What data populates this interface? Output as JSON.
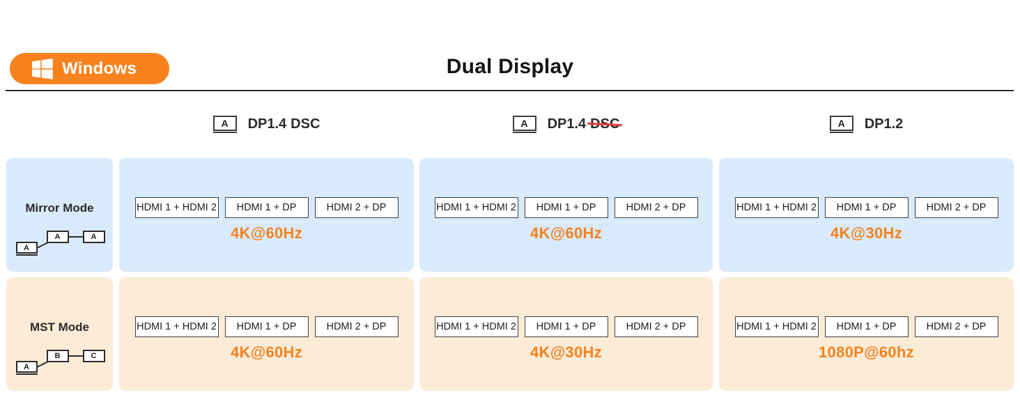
{
  "badge": {
    "label": "Windows",
    "icon": "windows-logo-icon",
    "color": "#F8821E"
  },
  "title": "Dual Display",
  "colors": {
    "accent_orange": "#F5821F",
    "mirror_row_bg": "#D8EAFB",
    "mst_row_bg": "#FCEBD6",
    "strike_red": "#E53935",
    "text_dark": "#2B2B2B"
  },
  "columns": [
    {
      "monitor_label": "A",
      "prefix": "DP1.4",
      "suffix": "DSC",
      "suffix_struck": false
    },
    {
      "monitor_label": "A",
      "prefix": "DP1.4",
      "suffix": "DSC",
      "suffix_struck": true
    },
    {
      "monitor_label": "A",
      "prefix": "DP1.2",
      "suffix": "",
      "suffix_struck": false
    }
  ],
  "rows": [
    {
      "label": "Mirror Mode",
      "diagram": {
        "source": "A",
        "display1": "A",
        "display2": "A"
      },
      "cells": [
        {
          "combos": [
            "HDMI 1 + HDMI 2",
            "HDMI 1 + DP",
            "HDMI 2 + DP"
          ],
          "resolution": "4K@60Hz"
        },
        {
          "combos": [
            "HDMI 1 + HDMI 2",
            "HDMI 1 + DP",
            "HDMI 2 + DP"
          ],
          "resolution": "4K@60Hz"
        },
        {
          "combos": [
            "HDMI 1 + HDMI 2",
            "HDMI 1 + DP",
            "HDMI 2 + DP"
          ],
          "resolution": "4K@30Hz"
        }
      ]
    },
    {
      "label": "MST Mode",
      "diagram": {
        "source": "A",
        "display1": "B",
        "display2": "C"
      },
      "cells": [
        {
          "combos": [
            "HDMI 1 + HDMI 2",
            "HDMI 1 + DP",
            "HDMI 2 + DP"
          ],
          "resolution": "4K@60Hz"
        },
        {
          "combos": [
            "HDMI 1 + HDMI 2",
            "HDMI 1 + DP",
            "HDMI 2 + DP"
          ],
          "resolution": "4K@30Hz"
        },
        {
          "combos": [
            "HDMI 1 + HDMI 2",
            "HDMI 1 + DP",
            "HDMI 2 + DP"
          ],
          "resolution": "1080P@60hz"
        }
      ]
    }
  ]
}
